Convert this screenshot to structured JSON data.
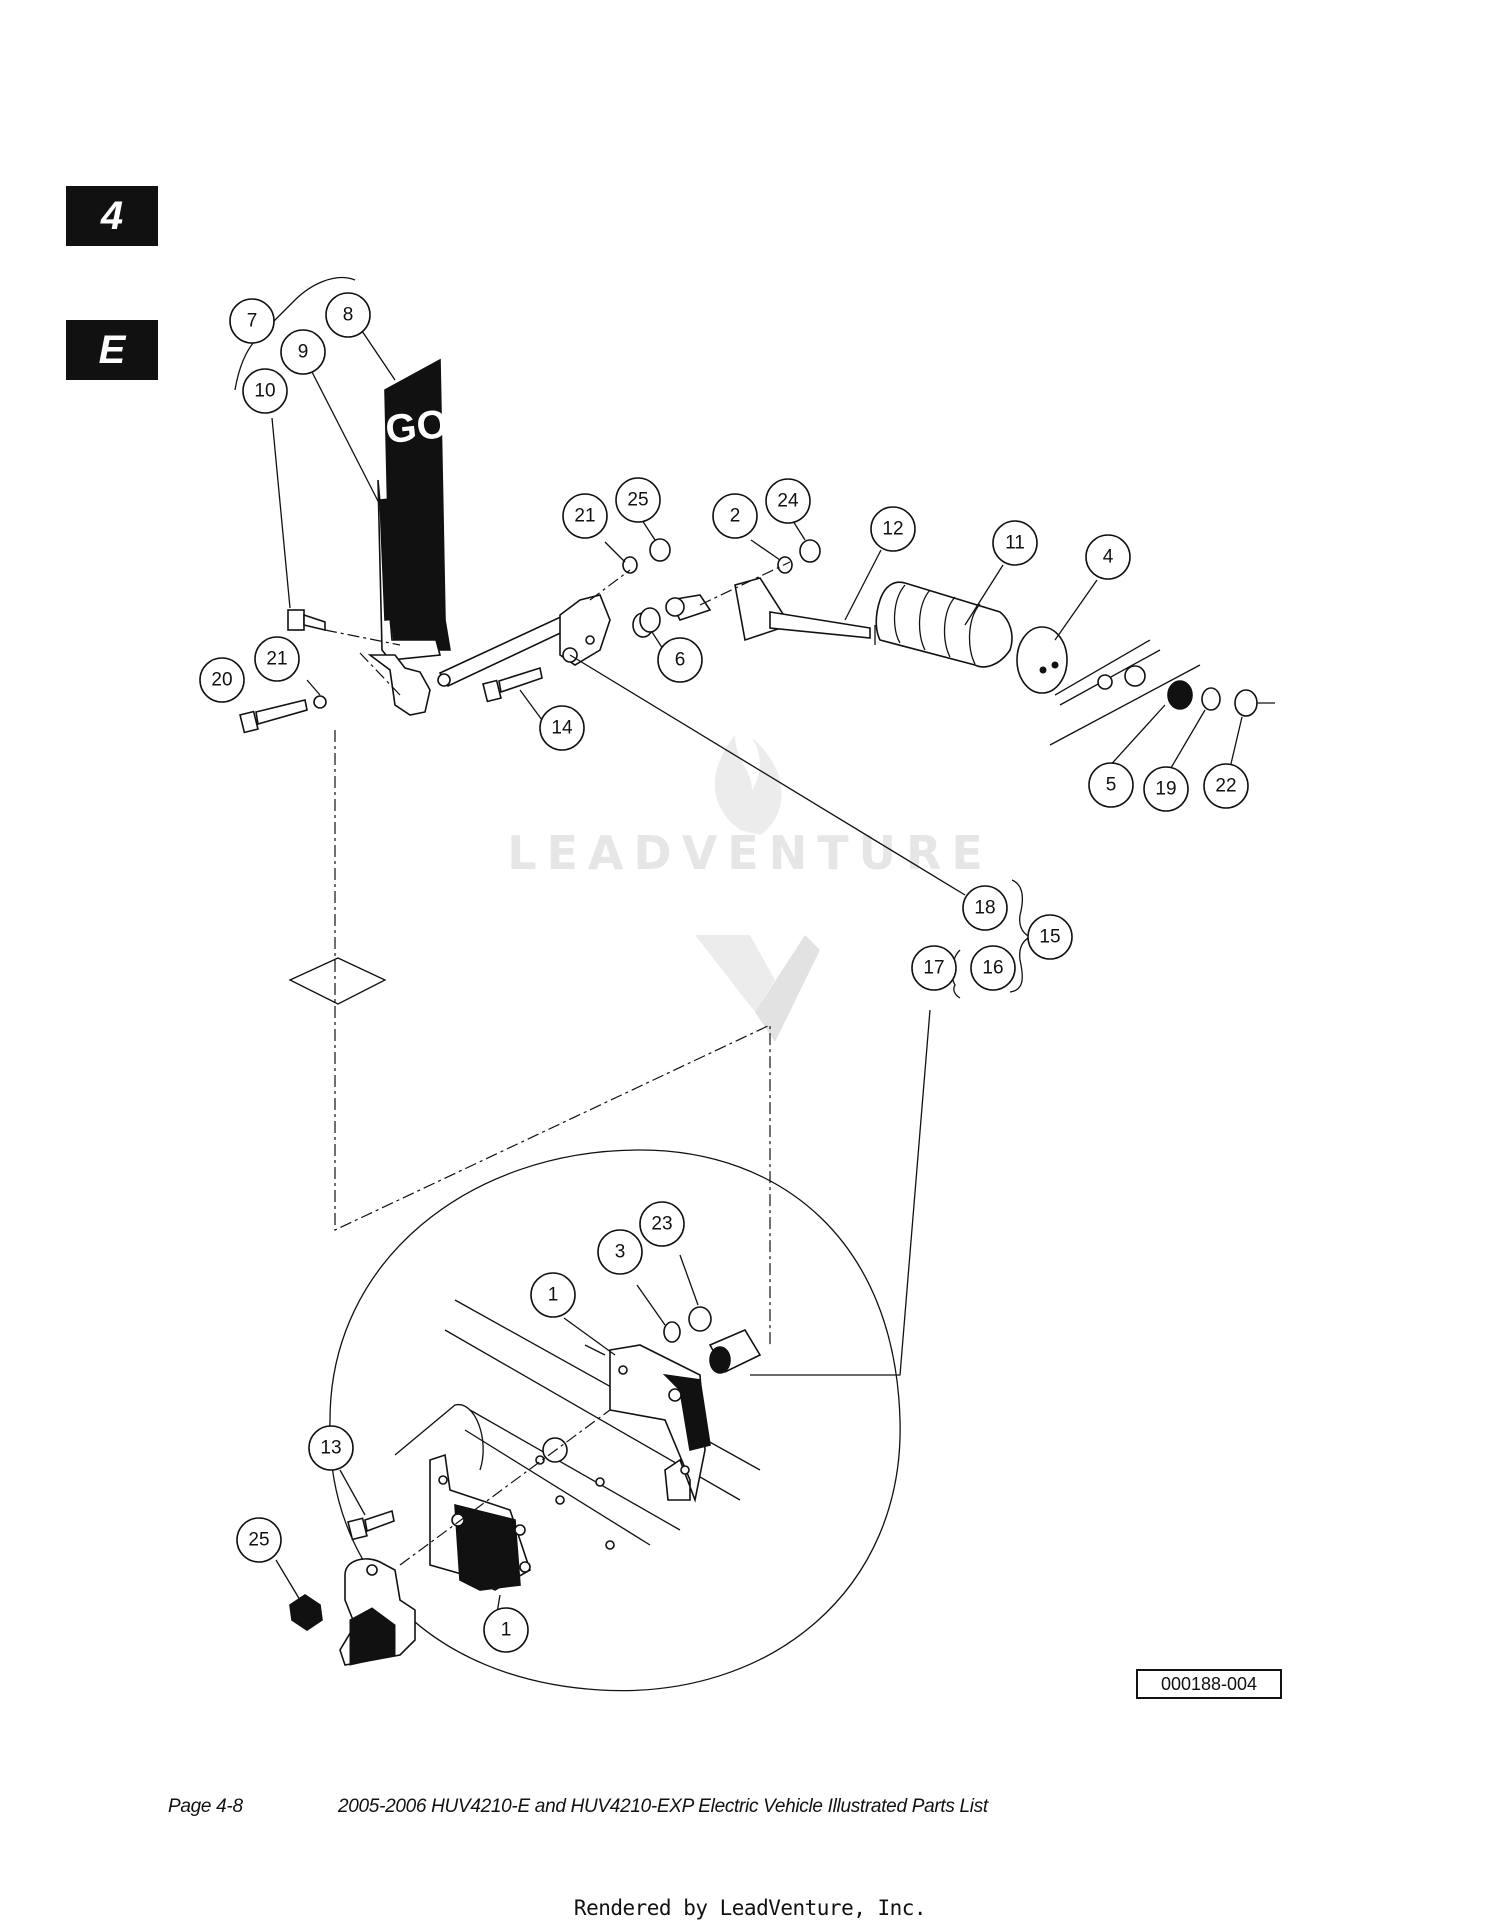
{
  "section_tabs": [
    "4",
    "E"
  ],
  "footer": {
    "page": "Page 4-8",
    "title": "2005-2006 HUV4210-E and HUV4210-EXP Electric Vehicle Illustrated Parts List"
  },
  "rendered_by": "Rendered by LeadVenture, Inc.",
  "diagram_ref": "000188-004",
  "pedal_label": "GO",
  "watermark": "LEADVENTURE",
  "callouts": [
    "7",
    "8",
    "9",
    "10",
    "21",
    "25",
    "2",
    "24",
    "12",
    "11",
    "4",
    "20",
    "21",
    "14",
    "6",
    "5",
    "19",
    "22",
    "18",
    "15",
    "17",
    "16",
    "23",
    "3",
    "1",
    "13",
    "25",
    "1"
  ]
}
